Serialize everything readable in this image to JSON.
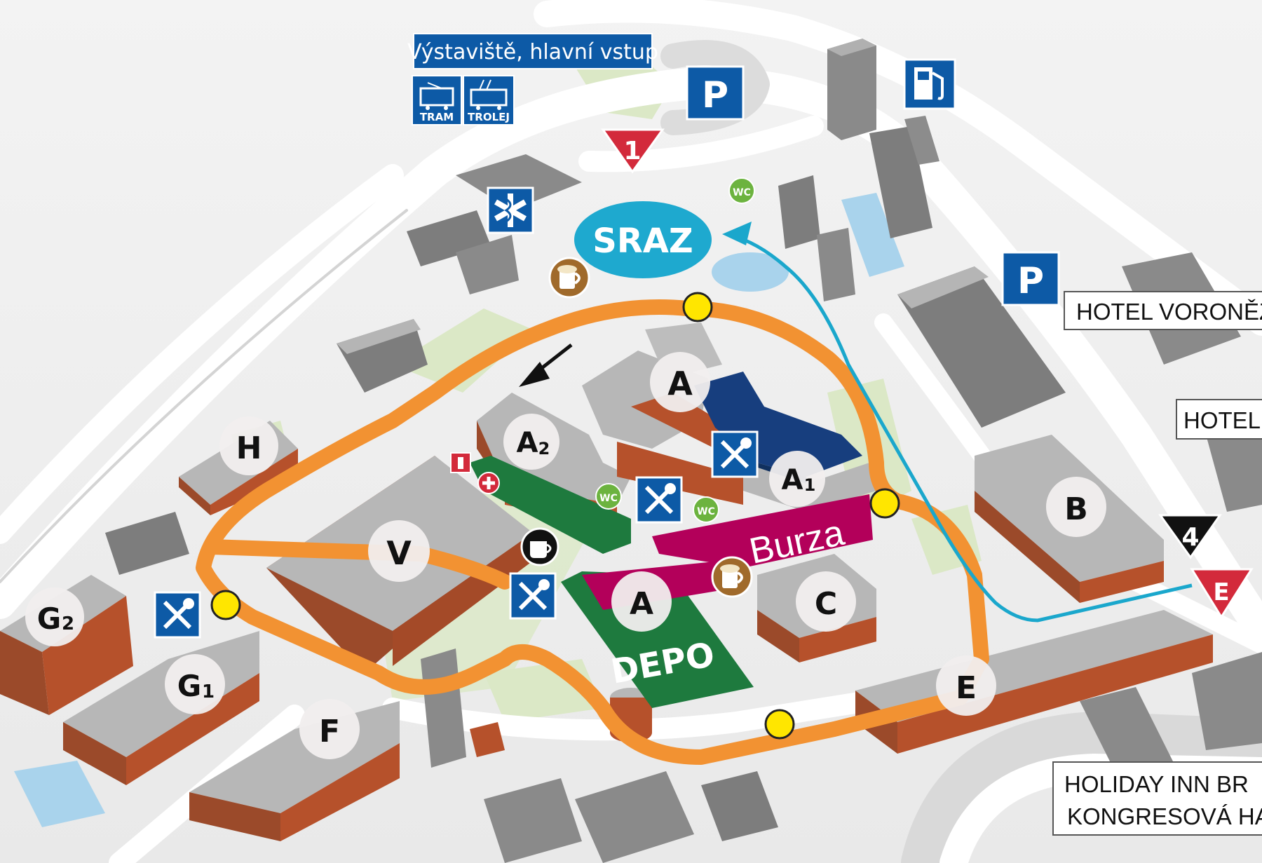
{
  "top_label": "Výstaviště, hlavní vstup",
  "transport": {
    "tram": "TRAM",
    "trolej": "TROLEJ"
  },
  "parking_label": "P",
  "gate_1": "1",
  "gate_4": "4",
  "gate_e": "E",
  "sraz": "SRAZ",
  "wc": "WC",
  "pavilions": {
    "A": "A",
    "A1": "A",
    "A1_sub": "1",
    "A2": "A",
    "A2_sub": "2",
    "B": "B",
    "C": "C",
    "E": "E",
    "F": "F",
    "G1": "G",
    "G1_sub": "1",
    "G2": "G",
    "G2_sub": "2",
    "H": "H",
    "V": "V",
    "A_depo": "A"
  },
  "burza": "Burza",
  "depo": "DEPO",
  "hotels": {
    "voronez": "HOTEL VORONĚŽ",
    "hotel2": "HOTEL",
    "holiday_line1": "HOLIDAY INN BR",
    "holiday_line2": "KONGRESOVÁ HA"
  },
  "colors": {
    "route_orange": "#f29232",
    "walk_blue": "#1aa7cc",
    "sraz_cyan": "#1ea9cf",
    "info_blue": "#0d5aa6",
    "gate_red": "#d32a3b",
    "burza_magenta": "#b3005a",
    "depo_green": "#1e7a3e",
    "wall_brick": "#b6512b",
    "roof_gray": "#b7b7b7",
    "wc_green": "#6cb33f",
    "pub_brown": "#a06a2b",
    "navy": "#173e7e"
  }
}
